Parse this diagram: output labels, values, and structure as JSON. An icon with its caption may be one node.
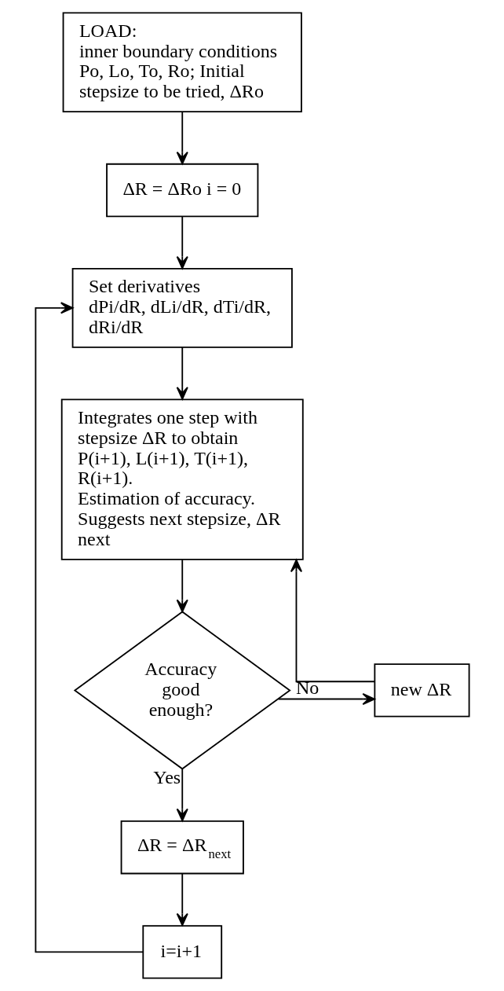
{
  "diagram": {
    "nodes": [
      {
        "text": [
          "LOAD:",
          "inner boundary conditions Po, Lo, To, Ro; Initial stepsize to be tried, ΔRo"
        ]
      },
      {
        "text": [
          "ΔR = ΔRo i = 0"
        ]
      },
      {
        "text": [
          "Set derivatives",
          "dPi/dR, dLi/dR, dTi/dR, dRi/dR"
        ]
      },
      {
        "text": [
          "Integrates one step with stepsize ΔR to obtain P(i+1), L(i+1), T(i+1), R(i+1).",
          "Estimation of accuracy.",
          "Suggests next stepsize, ΔR next"
        ]
      },
      {
        "text": [
          "Accuracy good enough?"
        ]
      },
      {
        "text": [
          "new ΔR"
        ]
      },
      {
        "text": [
          "ΔR = ΔR$_{next}$"
        ]
      },
      {
        "text": [
          "i=i+1"
        ]
      }
    ],
    "edges": [
      {
        "from": 0,
        "to": 1,
        "arrow": "to"
      },
      {
        "from": 1,
        "to": 2,
        "arrow": "to"
      },
      {
        "from": 2,
        "to": 3,
        "arrow": "to"
      },
      {
        "from": 3,
        "to": 4,
        "arrow": "to"
      },
      {
        "from": 4,
        "to": 5,
        "arrow": "to",
        "label": "No"
      },
      {
        "from": 5,
        "to": 3,
        "arrow": "to"
      },
      {
        "from": 4,
        "to": 6,
        "arrow": "to",
        "label": "Yes"
      },
      {
        "from": 6,
        "to": 7,
        "arrow": "to"
      },
      {
        "from": 7,
        "to": 2,
        "arrow": "to"
      }
    ]
  }
}
